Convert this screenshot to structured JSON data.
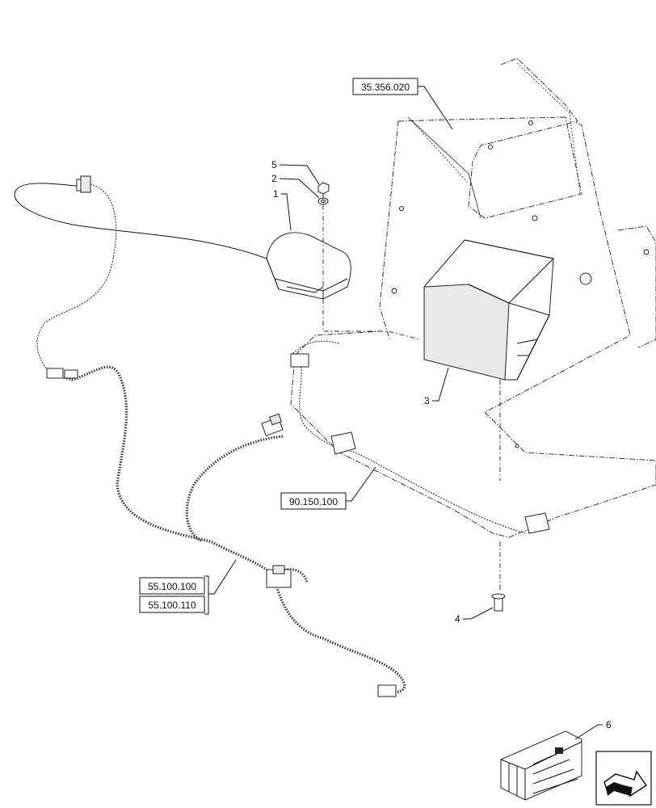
{
  "callouts": {
    "item1": "1",
    "item2": "2",
    "item3": "3",
    "item4": "4",
    "item5": "5",
    "item6": "6"
  },
  "references": {
    "ref_35": "35.356.020",
    "ref_90": "90.150.100",
    "ref_55a": "55.100.100",
    "ref_55b": "55.100.110"
  },
  "icons": {
    "nav": "next-page-arrow-icon",
    "kit": "kit-crate-icon"
  }
}
